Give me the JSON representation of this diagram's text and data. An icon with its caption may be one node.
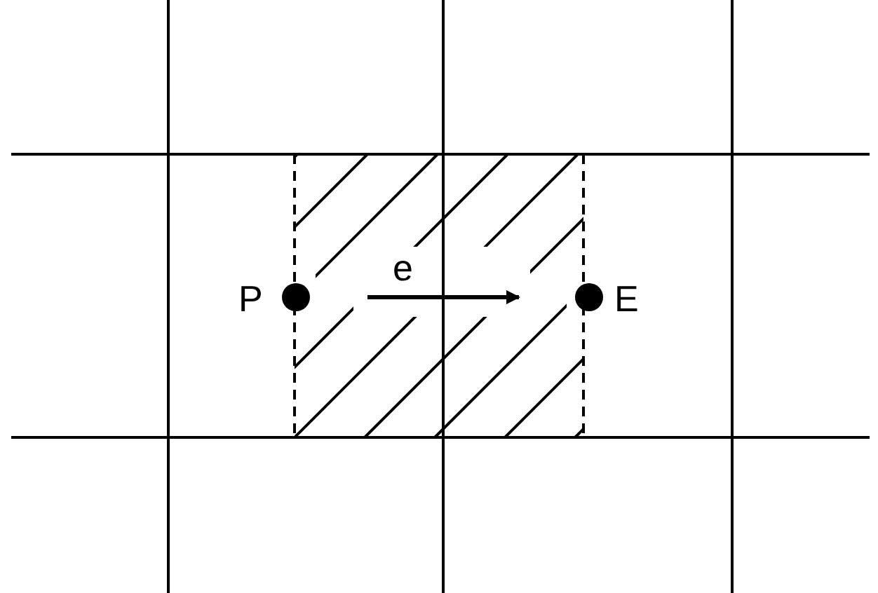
{
  "diagram": {
    "labels": [
      "e",
      "P",
      "E"
    ]
  }
}
